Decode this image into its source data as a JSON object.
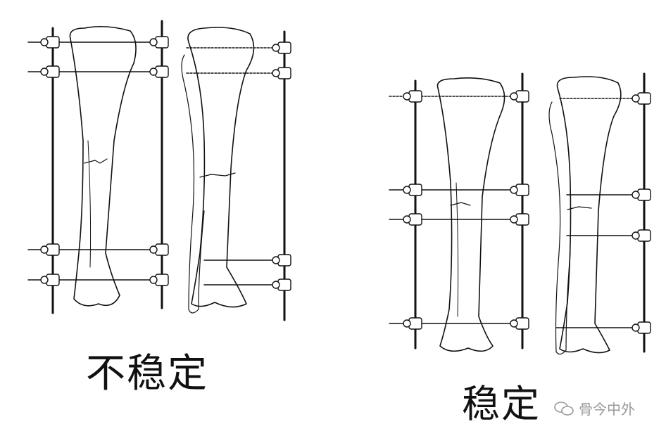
{
  "labels": {
    "unstable": "不稳定",
    "stable": "稳定"
  },
  "watermark": {
    "text": "骨今中外",
    "icon": "wechat-icon"
  },
  "colors": {
    "ink": "#111111",
    "watermark": "#9a9a9a"
  }
}
